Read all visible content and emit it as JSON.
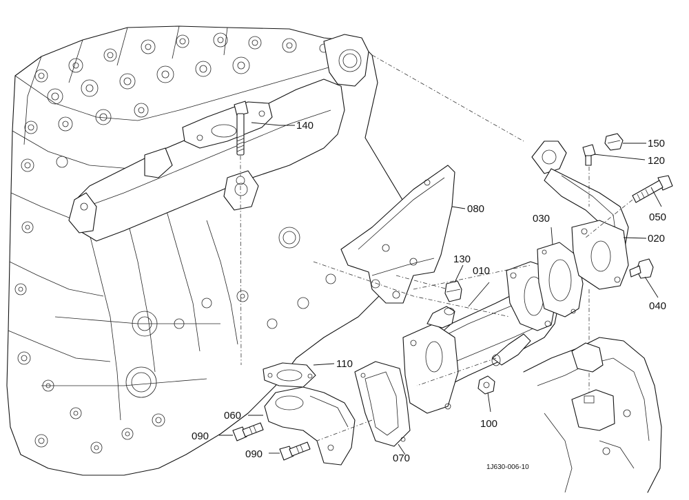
{
  "callouts": {
    "p140": "140",
    "p150": "150",
    "p120": "120",
    "p080": "080",
    "p050": "050",
    "p030": "030",
    "p020": "020",
    "p130": "130",
    "p010": "010",
    "p040": "040",
    "p110": "110",
    "p060": "060",
    "p100": "100",
    "p090a": "090",
    "p090b": "090",
    "p070": "070"
  },
  "figure_code": "1J630-006-10",
  "colors": {
    "line": "#111111",
    "background": "#ffffff"
  }
}
